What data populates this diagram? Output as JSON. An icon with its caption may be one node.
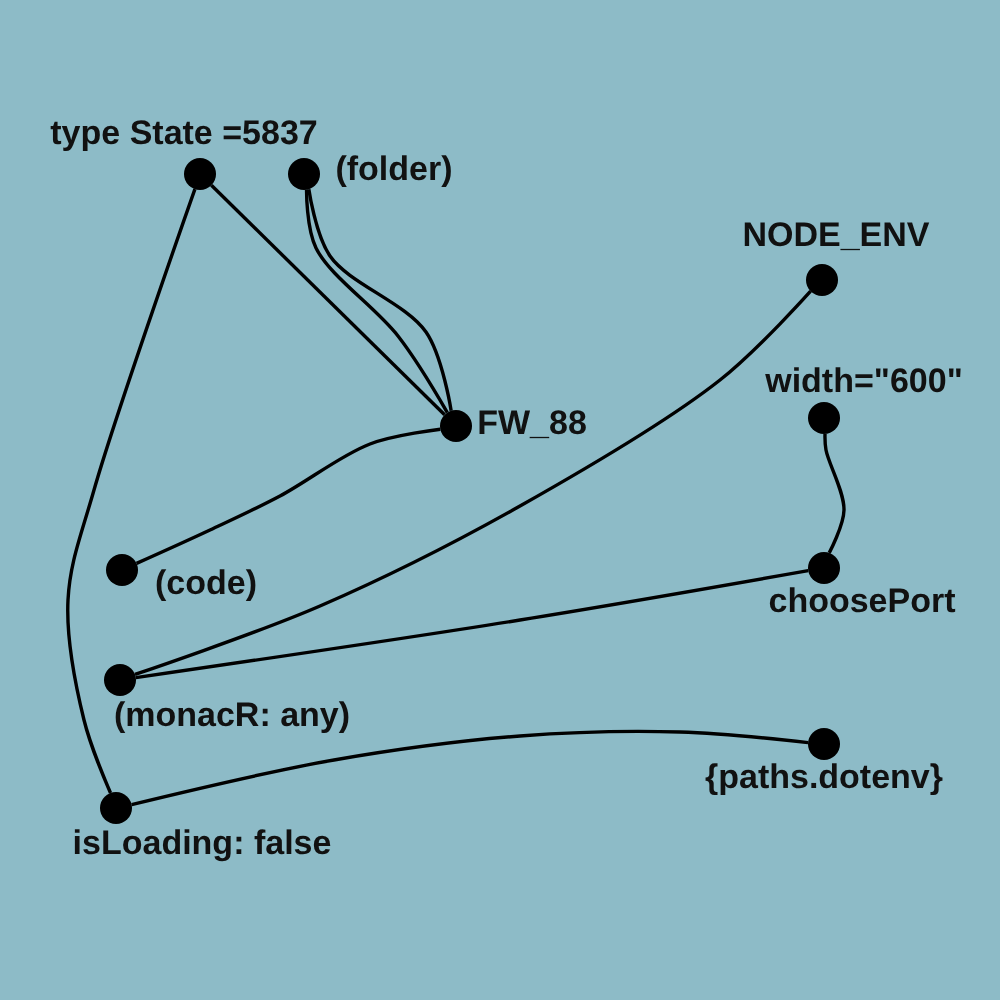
{
  "diagram": {
    "nodes": [
      {
        "text": [
          "type State =5837"
        ]
      },
      {
        "text": [
          "(folder)"
        ]
      },
      {
        "text": [
          "NODE_ENV"
        ]
      },
      {
        "text": [
          "width=\"600\""
        ]
      },
      {
        "text": [
          "FW_88"
        ]
      },
      {
        "text": [
          "(code)"
        ]
      },
      {
        "text": [
          "choosePort"
        ]
      },
      {
        "text": [
          "(monacR: any)"
        ]
      },
      {
        "text": [
          "{paths.dotenv}"
        ]
      },
      {
        "text": [
          "isLoading: false"
        ]
      }
    ],
    "edges": [
      {
        "from": 0,
        "to": 4,
        "arrow": "none"
      },
      {
        "from": 1,
        "to": 4,
        "arrow": "none"
      },
      {
        "from": 1,
        "to": 4,
        "arrow": "none"
      },
      {
        "from": 0,
        "to": 9,
        "arrow": "none"
      },
      {
        "from": 4,
        "to": 5,
        "arrow": "none"
      },
      {
        "from": 2,
        "to": 7,
        "arrow": "none"
      },
      {
        "from": 6,
        "to": 7,
        "arrow": "none"
      },
      {
        "from": 3,
        "to": 6,
        "arrow": "none"
      },
      {
        "from": 9,
        "to": 8,
        "arrow": "none"
      }
    ]
  }
}
